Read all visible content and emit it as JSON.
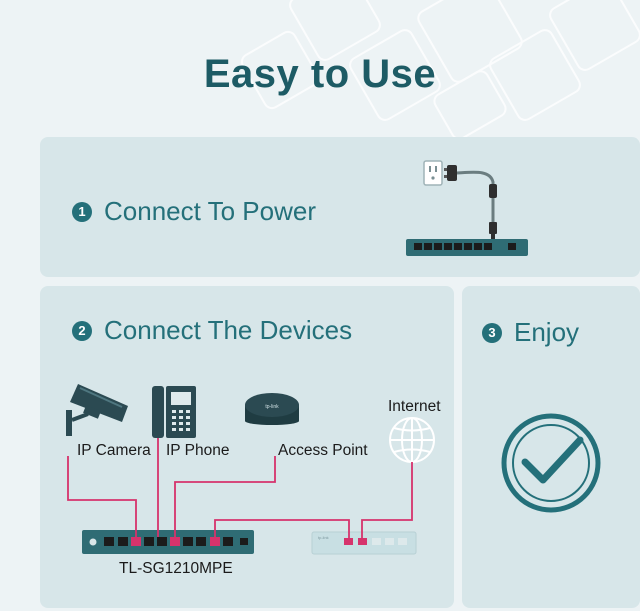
{
  "title": "Easy to Use",
  "steps": [
    {
      "number": "1",
      "label": "Connect To Power"
    },
    {
      "number": "2",
      "label": "Connect The Devices"
    },
    {
      "number": "3",
      "label": "Enjoy"
    }
  ],
  "devices": {
    "ip_camera": "IP Camera",
    "ip_phone": "IP Phone",
    "access_point": "Access Point",
    "internet": "Internet",
    "switch_model": "TL-SG1210MPE"
  },
  "colors": {
    "accent": "#24707a",
    "title": "#1d5b65",
    "panel": "#d7e6e9",
    "cable": "#d6336c",
    "switch_body": "#2f6c74"
  },
  "icons": [
    "power-outlet-icon",
    "power-plug-icon",
    "ip-camera-icon",
    "ip-phone-icon",
    "access-point-icon",
    "globe-icon",
    "checkmark-circle-icon"
  ]
}
